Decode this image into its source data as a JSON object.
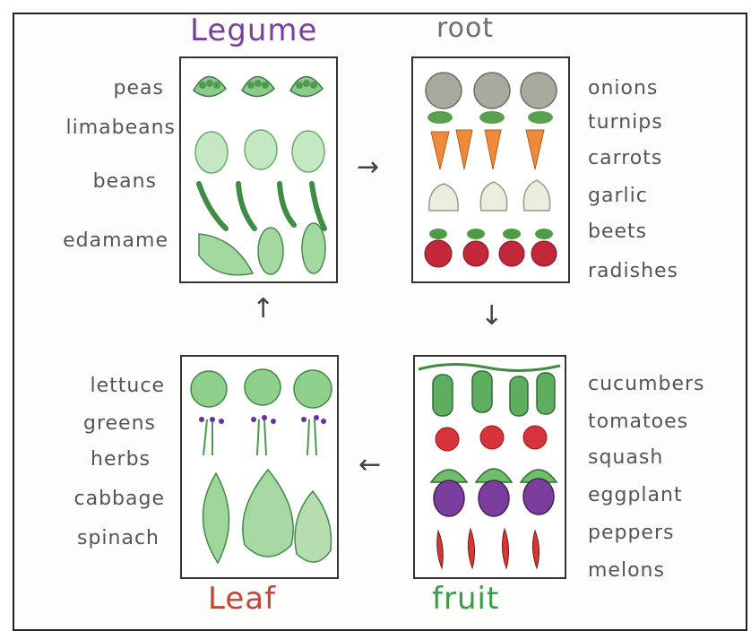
{
  "sections": {
    "legume": {
      "title": "Legume",
      "color": "#7b3fa0",
      "items": [
        "peas",
        "limabeans",
        "beans",
        "edamame"
      ]
    },
    "root": {
      "title": "root",
      "color": "#6e6e6e",
      "items": [
        "onions",
        "turnips",
        "carrots",
        "garlic",
        "beets",
        "radishes"
      ]
    },
    "fruit": {
      "title": "fruit",
      "color": "#3d9a4a",
      "items": [
        "cucumbers",
        "tomatoes",
        "squash",
        "eggplant",
        "peppers",
        "melons"
      ]
    },
    "leaf": {
      "title": "Leaf",
      "color": "#c0453a",
      "items": [
        "lettuce",
        "greens",
        "herbs",
        "cabbage",
        "spinach"
      ]
    }
  },
  "arrows": {
    "legume_to_root": "→",
    "root_to_fruit": "↓",
    "fruit_to_leaf": "←",
    "leaf_to_legume": "↑"
  }
}
